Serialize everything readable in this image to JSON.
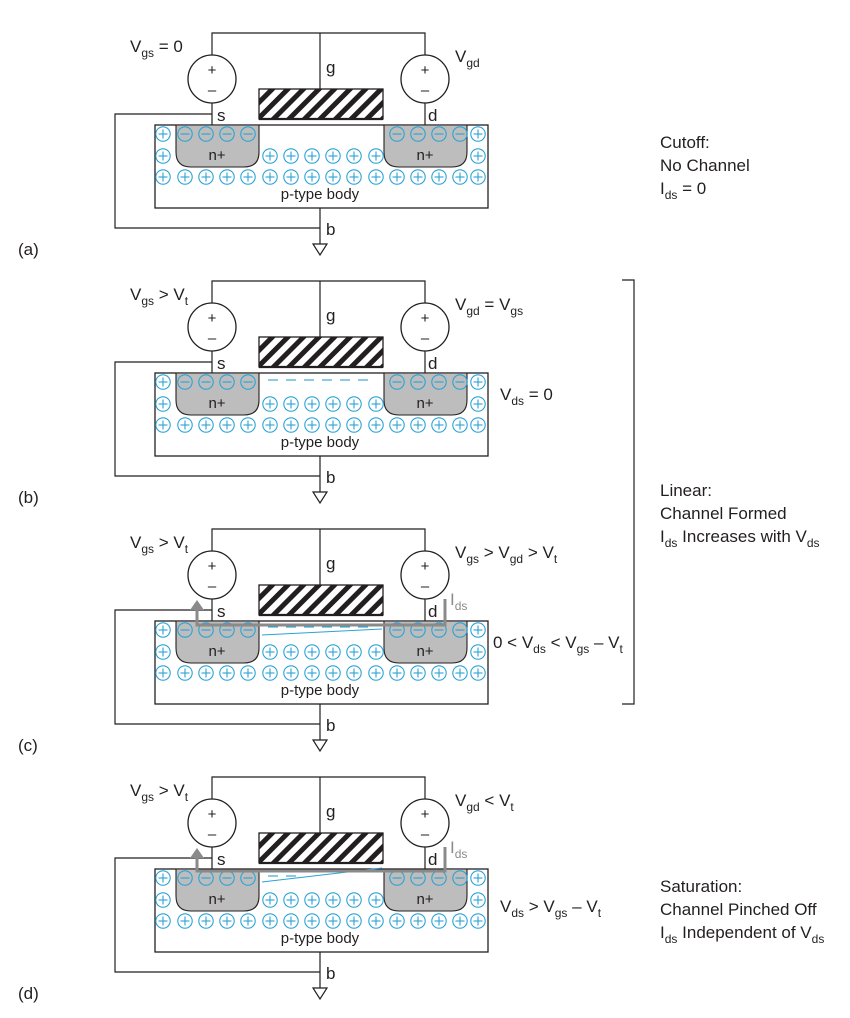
{
  "panels": [
    {
      "id": "a",
      "tag": "(a)",
      "vgs_text": "V|gs| = 0",
      "vgd_text": "V|gd|",
      "vds_text": "",
      "channel": "none",
      "current": false
    },
    {
      "id": "b",
      "tag": "(b)",
      "vgs_text": "V|gs| > V|t|",
      "vgd_text": "V|gd| = V|gs|",
      "vds_text": "V|ds| = 0",
      "channel": "uniform",
      "current": false
    },
    {
      "id": "c",
      "tag": "(c)",
      "vgs_text": "V|gs| > V|t|",
      "vgd_text": "V|gs| > V|gd| > V|t|",
      "vds_text": "0 < V|ds| < V|gs| – V|t|",
      "channel": "tapered",
      "current": true
    },
    {
      "id": "d",
      "tag": "(d)",
      "vgs_text": "V|gs| > V|t|",
      "vgd_text": "V|gd| < V|t|",
      "vds_text": "V|ds| > V|gs| – V|t|",
      "channel": "pinched",
      "current": true
    }
  ],
  "terminals": {
    "gate": "g",
    "source": "s",
    "drain": "d",
    "body": "b"
  },
  "region_labels": {
    "n_plus": "n+",
    "body": "p-type body"
  },
  "current_label": "I|ds|",
  "source_signs": {
    "plus": "+",
    "minus": "–"
  },
  "modes": [
    {
      "name": "cutoff",
      "lines": [
        "Cutoff:",
        "No Channel",
        "I|ds| = 0"
      ]
    },
    {
      "name": "linear",
      "lines": [
        "Linear:",
        "Channel Formed",
        "I|ds| Increases with V|ds|"
      ]
    },
    {
      "name": "saturation",
      "lines": [
        "Saturation:",
        "Channel Pinched Off",
        "I|ds| Independent of V|ds|"
      ]
    }
  ],
  "colors": {
    "charge": "#2aa3d6",
    "n_region": "#bdbdbd",
    "ink": "#231f20",
    "current": "#8a8a8a"
  }
}
